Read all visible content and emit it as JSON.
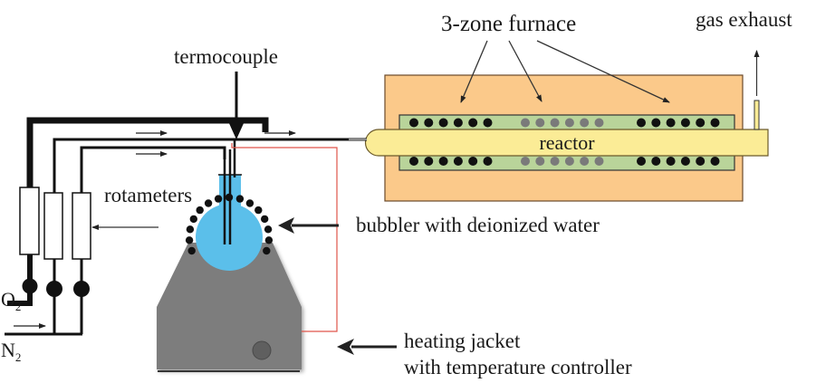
{
  "diagram": {
    "type": "experimental-setup-schematic",
    "labels": {
      "termocouple": "termocouple",
      "furnace": "3-zone furnace",
      "gas_exhaust": "gas exhaust",
      "reactor": "reactor",
      "rotameters": "rotameters",
      "bubbler": "bubbler with deionized water",
      "heating_jacket_line1": "heating jacket",
      "heating_jacket_line2": "with temperature controller",
      "o2_main": "O",
      "o2_sub": "2",
      "n2_main": "N",
      "n2_sub": "2"
    },
    "components": [
      {
        "id": "rotameter-1",
        "gas": "O2"
      },
      {
        "id": "rotameter-2",
        "gas": "N2"
      },
      {
        "id": "rotameter-3",
        "gas": "N2"
      },
      {
        "id": "bubbler",
        "content": "deionized water"
      },
      {
        "id": "heating-jacket"
      },
      {
        "id": "thermocouple"
      },
      {
        "id": "three-zone-furnace",
        "zones": 3,
        "heaters_per_zone_per_side": 6
      },
      {
        "id": "reactor-tube"
      },
      {
        "id": "gas-exhaust"
      }
    ],
    "colors": {
      "furnace_body": "#fbc98a",
      "heater_band": "#b9d49a",
      "reactor_tube": "#fbec96",
      "water": "#5bbfea",
      "heater_base": "#7d7d7d",
      "wire": "#e0554a",
      "zone_outer_dots": "#111111",
      "zone_middle_dots": "#7a7a7a",
      "line": "#111111"
    }
  }
}
